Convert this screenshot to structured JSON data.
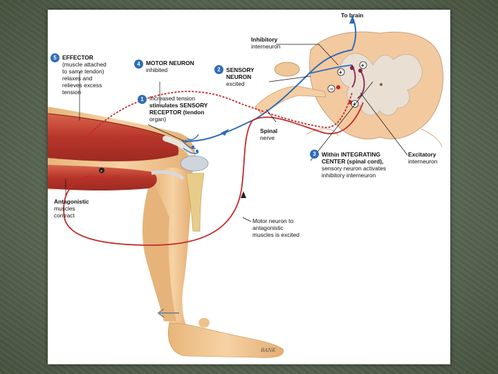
{
  "labels": {
    "to_brain": "To brain",
    "inhibitory_interneuron": [
      "Inhibitory",
      "interneuron"
    ],
    "effector_num": "5",
    "effector": [
      "EFFECTOR",
      "(muscle attached",
      "to same tendon)",
      "relaxes and",
      "relieves excess",
      "tension"
    ],
    "motor_num": "4",
    "motor": [
      "MOTOR NEURON",
      "inhibited"
    ],
    "sensory_num": "2",
    "sensory": [
      "SENSORY",
      "NEURON",
      "excited"
    ],
    "receptor_num": "1",
    "receptor": [
      "Increased tension",
      "stimulates SENSORY",
      "RECEPTOR (tendon",
      "organ)"
    ],
    "spinal_nerve": [
      "Spinal",
      "nerve"
    ],
    "integrating_num": "3",
    "integrating": [
      "Within INTEGRATING",
      "CENTER (spinal cord),",
      "sensory neuron activates",
      "inhibitory interneuron"
    ],
    "excitatory_interneuron": [
      "Excitatory",
      "interneuron"
    ],
    "antagonistic": [
      "Antagonistic",
      "muscles",
      "contract"
    ],
    "motor_antagonistic": [
      "Motor neuron to",
      "antagonistic",
      "muscles is excited"
    ],
    "signature": "BANK"
  },
  "colors": {
    "slide_bg": "#55624f",
    "sensory_neuron": "#2f6db5",
    "motor_neuron": "#c62828",
    "muscle": "#c0392b",
    "skin": "#f1c891",
    "spinal_cord": "#f3c9a0"
  }
}
